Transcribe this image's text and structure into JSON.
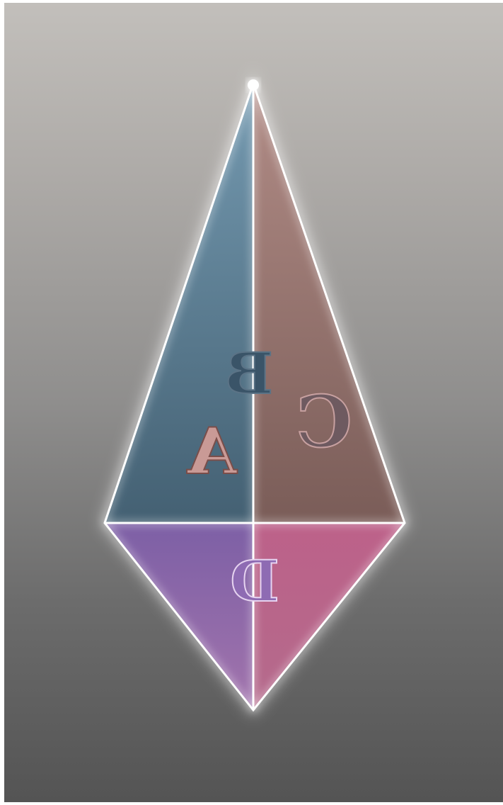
{
  "faces": {
    "a": {
      "letter": "A",
      "color": "#4f6f86"
    },
    "b": {
      "letter": "B",
      "color": "#45667c"
    },
    "c": {
      "letter": "C",
      "color": "#8a6a66"
    },
    "d": {
      "letter": "D",
      "color": "#7a5a9a"
    }
  },
  "colors": {
    "lower_right": "#b85e86",
    "edge_glow": "#ffffff",
    "background_top": "#c2bfbb",
    "background_bottom": "#545454"
  }
}
